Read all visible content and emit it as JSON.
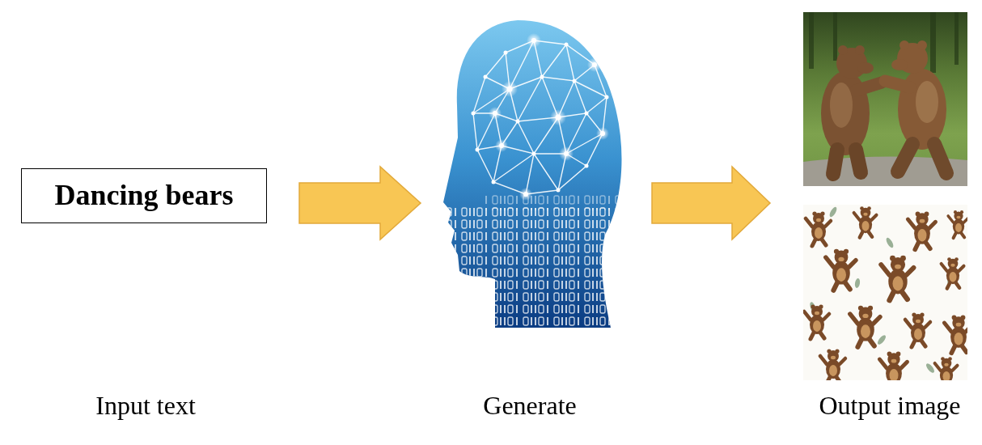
{
  "diagram": {
    "nodes": [
      {
        "text": [
          "Dancing bears"
        ]
      }
    ],
    "labels": [
      "Input text",
      "Generate",
      "Output image"
    ]
  }
}
